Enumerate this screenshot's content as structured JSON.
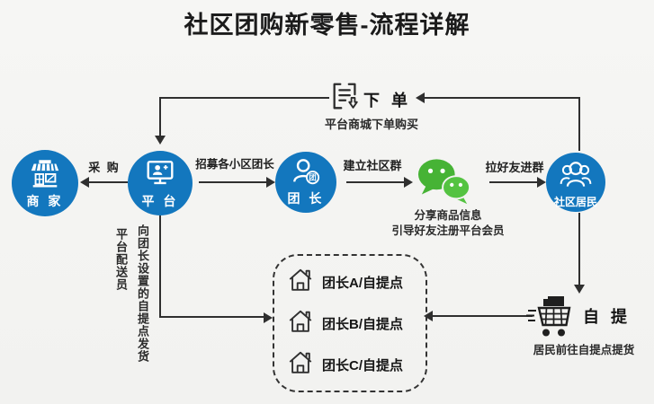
{
  "title": "社区团购新零售-流程详解",
  "colors": {
    "node_blue": "#1377be",
    "wechat_green": "#46b335",
    "wechat_green_light": "#54c341",
    "line": "#2f2f2f",
    "background": "#f3f3f1"
  },
  "nodes": {
    "merchant": {
      "label": "商 家"
    },
    "platform": {
      "label": "平 台"
    },
    "leader": {
      "label": "团 长",
      "badge": "团"
    },
    "residents": {
      "label": "社区居民"
    }
  },
  "edges": {
    "purchase": "采 购",
    "recruit": "招募各小区团长",
    "create_group": "建立社区群",
    "invite": "拉好友进群"
  },
  "order": {
    "label": "下 单",
    "caption": "平台商城下单购买"
  },
  "wechat": {
    "caption_line1": "分享商品信息",
    "caption_line2": "引导好友注册平台会员"
  },
  "delivery": {
    "vertical_text_main": "向团长设置的自提点发货",
    "vertical_text_sub": "平台配送员"
  },
  "pickup_box": {
    "rows": [
      {
        "label": "团长A/自提点"
      },
      {
        "label": "团长B/自提点"
      },
      {
        "label": "团长C/自提点"
      }
    ]
  },
  "pickup": {
    "label": "自 提",
    "caption": "居民前往自提点提货"
  }
}
